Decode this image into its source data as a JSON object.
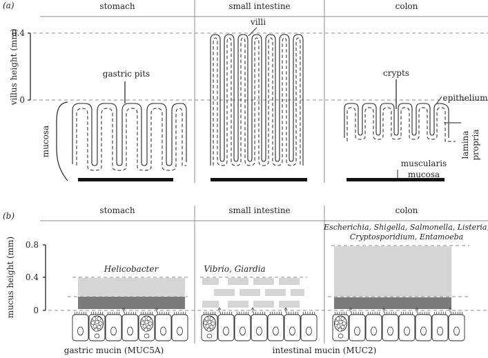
{
  "panel_a": {
    "label": "(a)",
    "headers": [
      "stomach",
      "small intestine",
      "colon"
    ],
    "y_axis_label": "villus height (mm)",
    "y_ticks": [
      "0.4",
      "0"
    ],
    "labels": {
      "villi": "villi",
      "gastric_pits": "gastric pits",
      "crypts": "crypts",
      "epithelium": "epithelium",
      "lamina": "lamina",
      "propria": "propria",
      "mucosa": "mucosa",
      "muscularis": "muscularis",
      "mucosa2": "mucosa"
    }
  },
  "panel_b": {
    "label": "(b)",
    "headers": [
      "stomach",
      "small intestine",
      "colon"
    ],
    "y_axis_label": "mucus height (mm)",
    "y_ticks": [
      "0.8",
      "0.4",
      "0"
    ],
    "pathogens": {
      "stomach": "Helicobacter",
      "small_intestine": "Vibrio, Giardia",
      "colon_line1": "Escherichia, Shigella, Salmonella, Listeria,",
      "colon_line2": "Cryptosporidium, Entamoeba"
    },
    "footer": {
      "left": "gastric mucin (MUC5A)",
      "right": "intestinal mucin (MUC2)"
    },
    "colors": {
      "loose_mucus": "#d4d5d7",
      "firm_mucus": "#7b7b7b"
    }
  }
}
